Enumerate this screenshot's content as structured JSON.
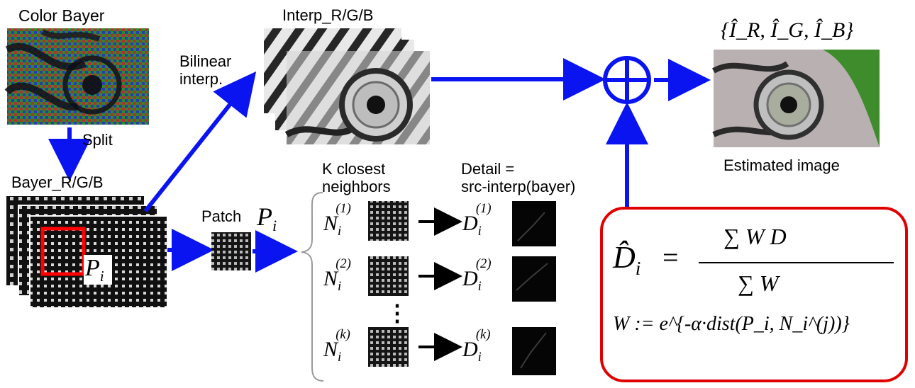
{
  "labels": {
    "color_bayer": "Color Bayer",
    "split": "Split",
    "bayer_rgb": "Bayer_R/G/B",
    "bilinear": "Bilinear\ninterp.",
    "interp_rgb": "Interp_R/G/B",
    "patch": "Patch",
    "k_closest": "K closest\nneighbors",
    "detail": "Detail =\nsrc-interp(bayer)",
    "estimated": "Estimated image",
    "output_set": "{Î_R, Î_G, Î_B}"
  },
  "symbols": {
    "patch_sym": "P",
    "patch_sub": "i",
    "n_base": "N",
    "d_base": "D",
    "idx_1": "(1)",
    "idx_2": "(2)",
    "idx_k": "(k)",
    "sub_i": "i",
    "vdots": "⋮"
  },
  "formula": {
    "lhs": "D̂",
    "lhs_sub": "i",
    "eq": "=",
    "num": "∑ W D",
    "den": "∑ W",
    "weight": "W := e^{-α·dist(P_i, N_i^(j))}"
  },
  "colors": {
    "arrow_blue": "#0a14f0",
    "box_red": "#e00000",
    "patch_red": "#ff0000"
  }
}
